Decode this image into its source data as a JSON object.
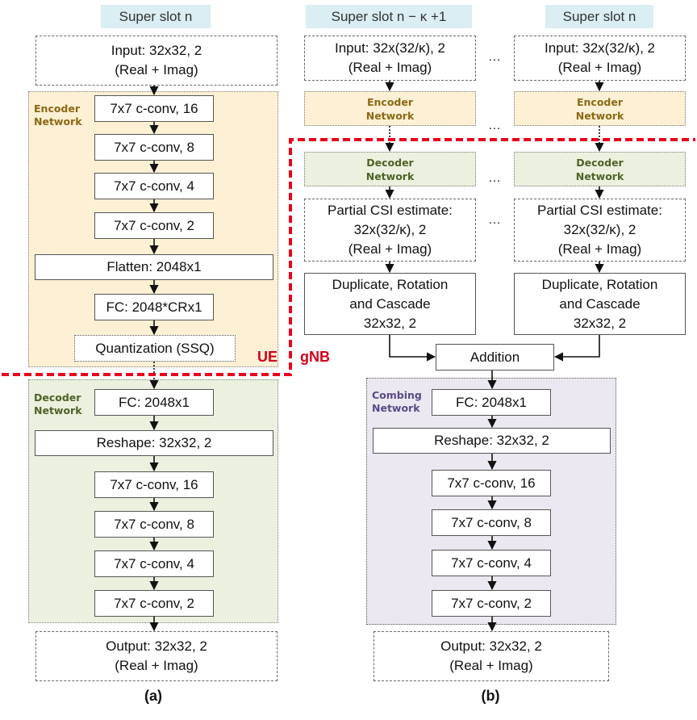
{
  "panel_a": {
    "header": "Super slot n",
    "input": [
      "Input: 32x32, 2",
      "(Real + Imag)"
    ],
    "encoder_label": [
      "Encoder",
      "Network"
    ],
    "enc_layers": [
      "7x7 c-conv, 16",
      "7x7 c-conv, 8",
      "7x7 c-conv, 4",
      "7x7 c-conv, 2"
    ],
    "flatten": "Flatten: 2048x1",
    "fc_enc": "FC: 2048*CRx1",
    "quant": "Quantization (SSQ)",
    "decoder_label": [
      "Decoder",
      "Network"
    ],
    "fc_dec": "FC: 2048x1",
    "reshape": "Reshape: 32x32, 2",
    "dec_layers": [
      "7x7 c-conv, 16",
      "7x7 c-conv, 8",
      "7x7 c-conv, 4",
      "7x7 c-conv, 2"
    ],
    "output": [
      "Output: 32x32, 2",
      "(Real + Imag)"
    ],
    "caption": "(a)"
  },
  "split": {
    "ue": "UE",
    "gnb": "gNB"
  },
  "panel_b": {
    "header_left": "Super slot n − κ +1",
    "header_right": "Super slot n",
    "input": [
      "Input: 32x(32/κ), 2",
      "(Real + Imag)"
    ],
    "encoder_mini": [
      "Encoder",
      "Network"
    ],
    "decoder_mini": [
      "Decoder",
      "Network"
    ],
    "partial": [
      "Partial CSI estimate:",
      "32x(32/κ), 2",
      "(Real + Imag)"
    ],
    "duplicate": [
      "Duplicate, Rotation",
      "and Cascade",
      "32x32, 2"
    ],
    "ellipsis": "…",
    "addition": "Addition",
    "combing_label": [
      "Combing",
      "Network"
    ],
    "fc": "FC: 2048x1",
    "reshape": "Reshape: 32x32, 2",
    "layers": [
      "7x7 c-conv, 16",
      "7x7 c-conv, 8",
      "7x7 c-conv, 4",
      "7x7 c-conv, 2"
    ],
    "output": [
      "Output: 32x32, 2",
      "(Real + Imag)"
    ],
    "caption": "(b)"
  },
  "colors": {
    "header_bg": "#daeef3",
    "encoder_bg": "#fdf0d5",
    "decoder_bg": "#ebf1de",
    "combing_bg": "#ebe8f1",
    "split_line": "#e8001c"
  }
}
